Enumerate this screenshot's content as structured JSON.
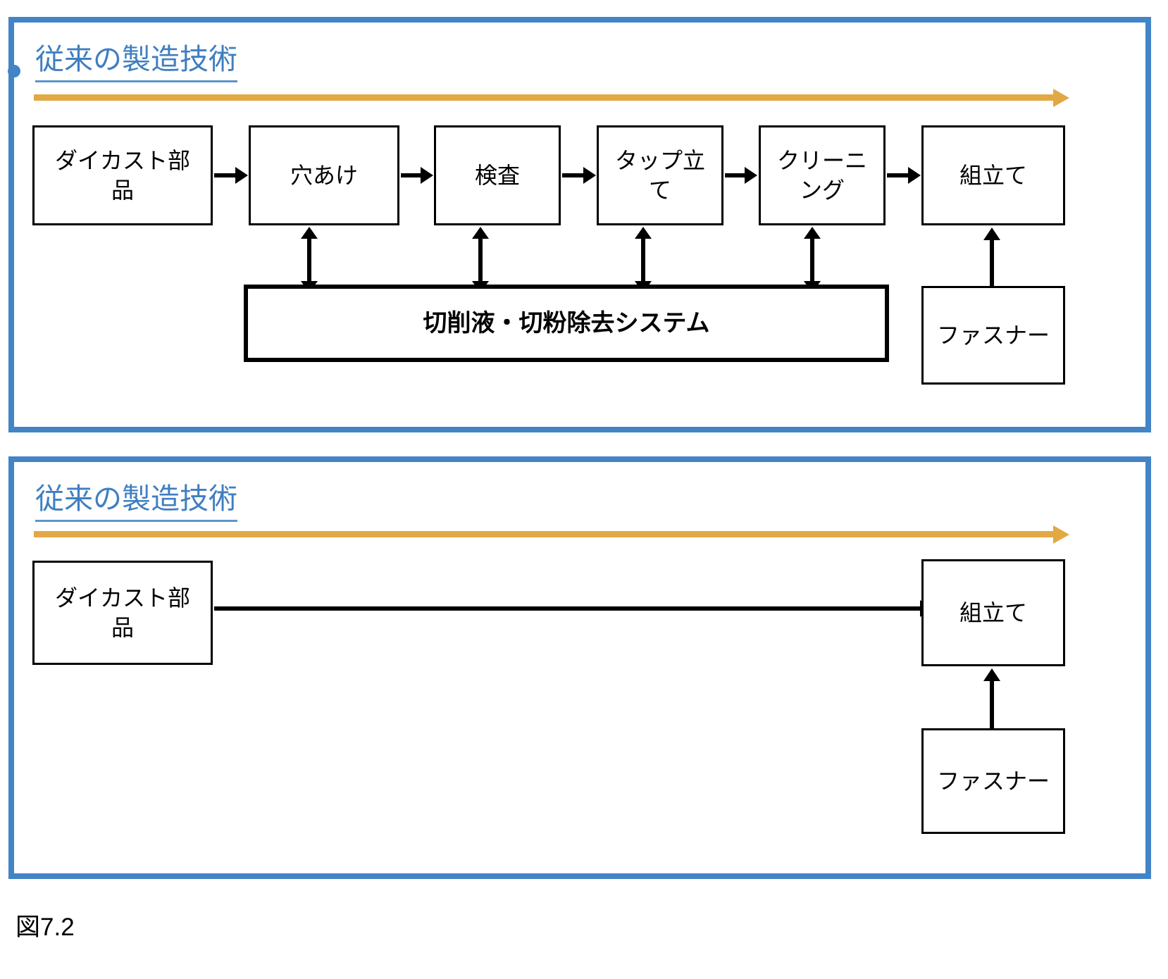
{
  "figure": {
    "caption": "図7.2"
  },
  "colors": {
    "panel_border_blue": "#4284c6",
    "title_blue": "#3f7fc1",
    "timeline_orange": "#e2a844",
    "box_outline_black": "#000000",
    "background_white": "#ffffff"
  },
  "panels": [
    {
      "id": "panel-1",
      "title": "従来の製造技術",
      "timeline_arrow": {
        "name": "process-flow-timeline-arrow",
        "direction": "left-to-right",
        "color": "#e2a844"
      },
      "process_boxes": [
        {
          "label_line1": "ダイカスト部",
          "label_line2": "品",
          "label": "ダイカスト部品"
        },
        {
          "label_line1": "穴あけ",
          "label_line2": "",
          "label": "穴あけ"
        },
        {
          "label_line1": "検査",
          "label_line2": "",
          "label": "検査"
        },
        {
          "label_line1": "タップ立",
          "label_line2": "て",
          "label": "タップ立て"
        },
        {
          "label_line1": "クリーニ",
          "label_line2": "ング",
          "label": "クリーニング"
        },
        {
          "label_line1": "組立て",
          "label_line2": "",
          "label": "組立て"
        }
      ],
      "support_box": {
        "label": "切削液・切粉除去システム",
        "emphasis": "bold",
        "connects_to": [
          "穴あけ",
          "検査",
          "タップ立て",
          "クリーニング"
        ],
        "connector_type": "bidirectional"
      },
      "input_box": {
        "label": "ファスナー",
        "feeds_into": "組立て"
      }
    },
    {
      "id": "panel-2",
      "title": "従来の製造技術",
      "timeline_arrow": {
        "name": "process-flow-timeline-arrow",
        "direction": "left-to-right",
        "color": "#e2a844"
      },
      "process_boxes": [
        {
          "label_line1": "ダイカスト部",
          "label_line2": "品",
          "label": "ダイカスト部品"
        },
        {
          "label_line1": "組立て",
          "label_line2": "",
          "label": "組立て"
        }
      ],
      "input_box": {
        "label": "ファスナー",
        "feeds_into": "組立て"
      }
    }
  ]
}
